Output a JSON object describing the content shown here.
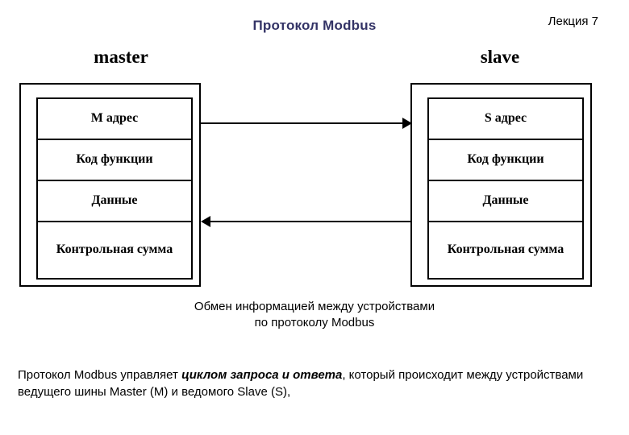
{
  "slide": {
    "title": "Протокол Modbus",
    "lecture_label": "Лекция 7",
    "title_color": "#333366",
    "text_color": "#000000",
    "background": "#ffffff"
  },
  "diagram": {
    "master": {
      "heading": "master",
      "fields": [
        "М адрес",
        "Код функции",
        "Данные",
        "Контрольная сумма"
      ]
    },
    "slave": {
      "heading": "slave",
      "fields": [
        "S адрес",
        "Код функции",
        "Данные",
        "Контрольная сумма"
      ]
    },
    "arrows": [
      {
        "name": "request",
        "direction": "right",
        "from": "master",
        "to": "slave"
      },
      {
        "name": "reply",
        "direction": "left",
        "from": "slave",
        "to": "master"
      }
    ],
    "caption": {
      "line1": "Обмен информацией между устройствами",
      "line2": "по протоколу Modbus"
    }
  },
  "body": {
    "part1": "Протокол Modbus управляет ",
    "emphasis": "циклом запроса и ответа",
    "part2": ", который происходит между устройствами ведущего шины Master (M) и ведомого Slave (S),"
  }
}
